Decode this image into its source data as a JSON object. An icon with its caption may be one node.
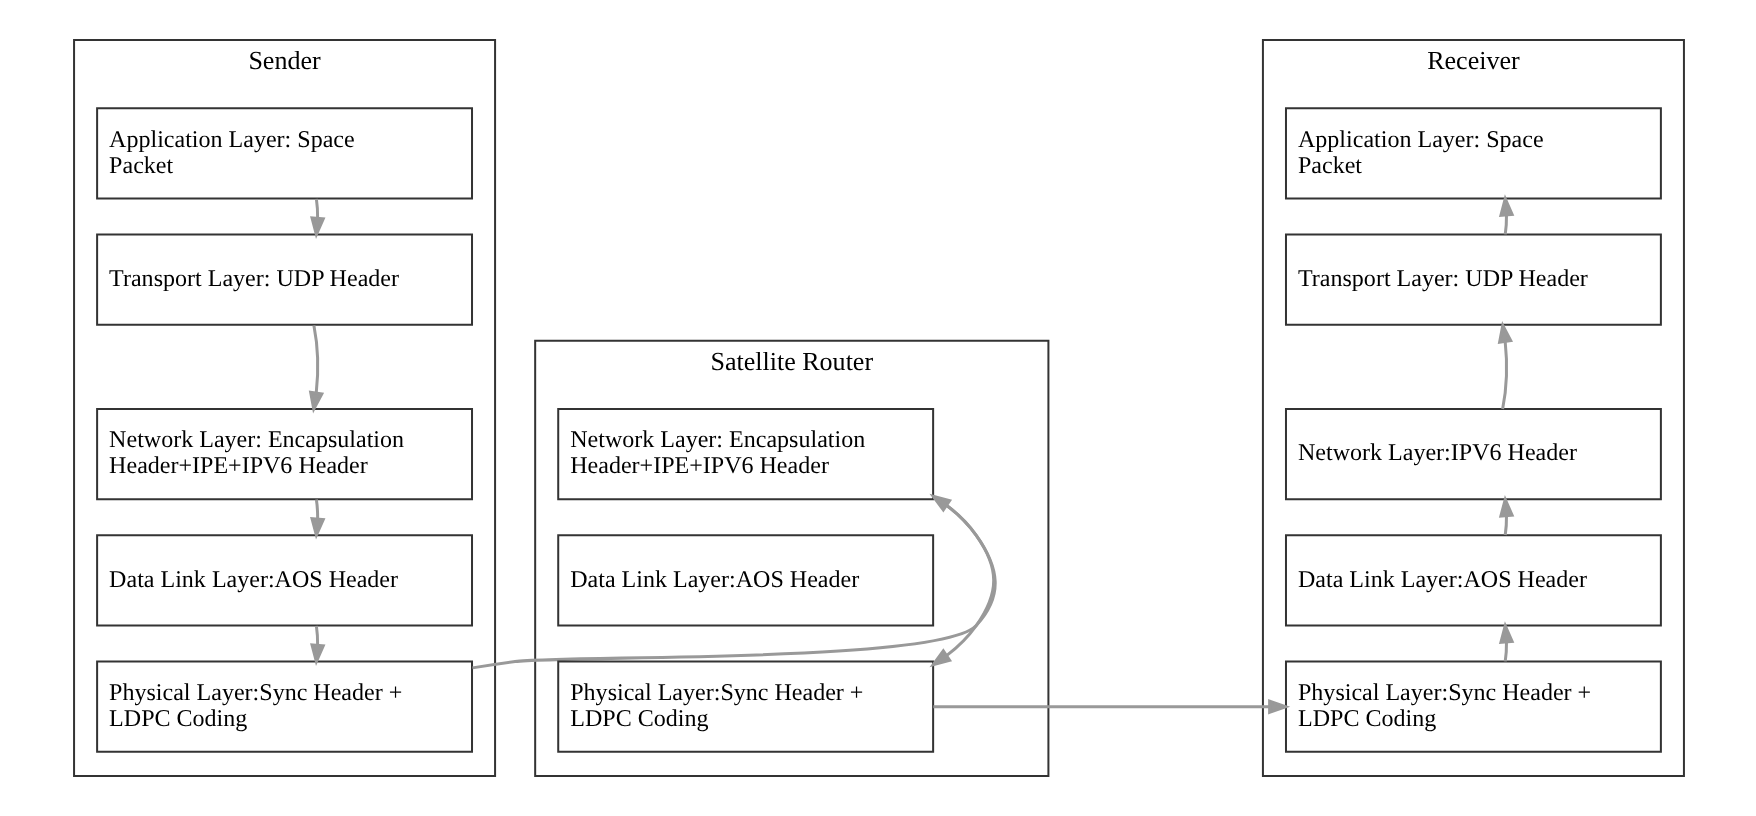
{
  "diagram": {
    "nodes": [
      {
        "text": [
          "Sender"
        ]
      },
      {
        "text": [
          "Application Layer: Space Packet"
        ],
        "in": 0
      },
      {
        "text": [
          "Transport Layer: UDP Header"
        ],
        "in": 0
      },
      {
        "text": [
          "Network Layer: Encapsulation Header+IPE+IPV6 Header"
        ],
        "in": 0
      },
      {
        "text": [
          "Data Link Layer:AOS Header"
        ],
        "in": 0
      },
      {
        "text": [
          "Physical Layer:Sync Header + LDPC Coding"
        ],
        "in": 0
      },
      {
        "text": [
          "Satellite Router"
        ]
      },
      {
        "text": [
          "Network Layer: Encapsulation Header+IPE+IPV6 Header"
        ],
        "in": 6
      },
      {
        "text": [
          "Data Link Layer:AOS Header"
        ],
        "in": 6
      },
      {
        "text": [
          "Physical Layer:Sync Header + LDPC Coding"
        ],
        "in": 6
      },
      {
        "text": [
          "Receiver"
        ]
      },
      {
        "text": [
          "Application Layer: Space Packet"
        ],
        "in": 10
      },
      {
        "text": [
          "Transport Layer: UDP Header"
        ],
        "in": 10
      },
      {
        "text": [
          "Network Layer:IPV6 Header"
        ],
        "in": 10
      },
      {
        "text": [
          "Data Link Layer:AOS Header"
        ],
        "in": 10
      },
      {
        "text": [
          "Physical Layer:Sync Header + LDPC Coding"
        ],
        "in": 10
      }
    ],
    "edges": [
      {
        "from": 1,
        "to": 2,
        "arrow": "to"
      },
      {
        "from": 2,
        "to": 3,
        "arrow": "to"
      },
      {
        "from": 3,
        "to": 4,
        "arrow": "to"
      },
      {
        "from": 4,
        "to": 5,
        "arrow": "to"
      },
      {
        "from": 5,
        "to": 7,
        "arrow": "to"
      },
      {
        "from": 7,
        "to": 9,
        "arrow": "to"
      },
      {
        "from": 9,
        "to": 15,
        "arrow": "to"
      },
      {
        "from": 15,
        "to": 14,
        "arrow": "to"
      },
      {
        "from": 14,
        "to": 13,
        "arrow": "to"
      },
      {
        "from": 13,
        "to": 12,
        "arrow": "to"
      },
      {
        "from": 12,
        "to": 11,
        "arrow": "to"
      }
    ]
  }
}
